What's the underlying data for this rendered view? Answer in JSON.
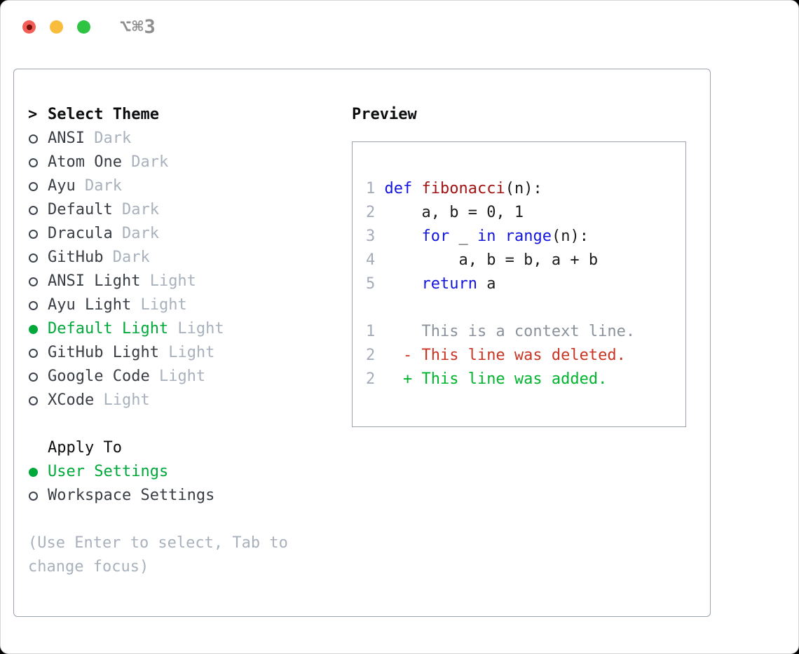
{
  "colors": {
    "accent-green": "#00a93a",
    "kw-blue": "#1315dd",
    "fn-red": "#a31313",
    "del-red": "#c93523",
    "add-green": "#00b42d",
    "muted": "#a8b1bc",
    "traffic-red": "#f15f57",
    "traffic-yellow": "#f8bd3d",
    "traffic-green": "#2ec343"
  },
  "titlebar": {
    "title": "⌥⌘3"
  },
  "theme_picker": {
    "cursor": ">",
    "header": "Select Theme",
    "items": [
      {
        "name": "ANSI",
        "variant": "Dark",
        "selected": false
      },
      {
        "name": "Atom One",
        "variant": "Dark",
        "selected": false
      },
      {
        "name": "Ayu",
        "variant": "Dark",
        "selected": false
      },
      {
        "name": "Default",
        "variant": "Dark",
        "selected": false
      },
      {
        "name": "Dracula",
        "variant": "Dark",
        "selected": false
      },
      {
        "name": "GitHub",
        "variant": "Dark",
        "selected": false
      },
      {
        "name": "ANSI Light",
        "variant": "Light",
        "selected": false
      },
      {
        "name": "Ayu Light",
        "variant": "Light",
        "selected": false
      },
      {
        "name": "Default Light",
        "variant": "Light",
        "selected": true
      },
      {
        "name": "GitHub Light",
        "variant": "Light",
        "selected": false
      },
      {
        "name": "Google Code",
        "variant": "Light",
        "selected": false
      },
      {
        "name": "XCode",
        "variant": "Light",
        "selected": false
      }
    ],
    "apply_to": {
      "header": "Apply To",
      "options": [
        {
          "label": "User Settings",
          "selected": true
        },
        {
          "label": "Workspace Settings",
          "selected": false
        }
      ]
    },
    "hint": "(Use Enter to select, Tab to change focus)"
  },
  "preview": {
    "header": "Preview",
    "code_lines": [
      {
        "num": "1",
        "segments": [
          [
            "pl",
            " "
          ],
          [
            "kw",
            "def"
          ],
          [
            "pl",
            " "
          ],
          [
            "fn",
            "fibonacci"
          ],
          [
            "pl",
            "(n):"
          ]
        ]
      },
      {
        "num": "2",
        "segments": [
          [
            "pl",
            "     a, b = 0, 1"
          ]
        ]
      },
      {
        "num": "3",
        "segments": [
          [
            "pl",
            "     "
          ],
          [
            "kw",
            "for"
          ],
          [
            "pl",
            " _ "
          ],
          [
            "kw",
            "in"
          ],
          [
            "pl",
            " "
          ],
          [
            "kw",
            "range"
          ],
          [
            "pl",
            "(n):"
          ]
        ]
      },
      {
        "num": "4",
        "segments": [
          [
            "pl",
            "         a, b = b, a + b"
          ]
        ]
      },
      {
        "num": "5",
        "segments": [
          [
            "pl",
            "     "
          ],
          [
            "kw",
            "return"
          ],
          [
            "pl",
            " a"
          ]
        ]
      }
    ],
    "diff_lines": [
      {
        "num": "1",
        "segments": [
          [
            "ctx",
            "     This is a context line."
          ]
        ]
      },
      {
        "num": "2",
        "segments": [
          [
            "del",
            "   - This line was deleted."
          ]
        ]
      },
      {
        "num": "2",
        "segments": [
          [
            "add",
            "   + This line was added."
          ]
        ]
      }
    ]
  }
}
